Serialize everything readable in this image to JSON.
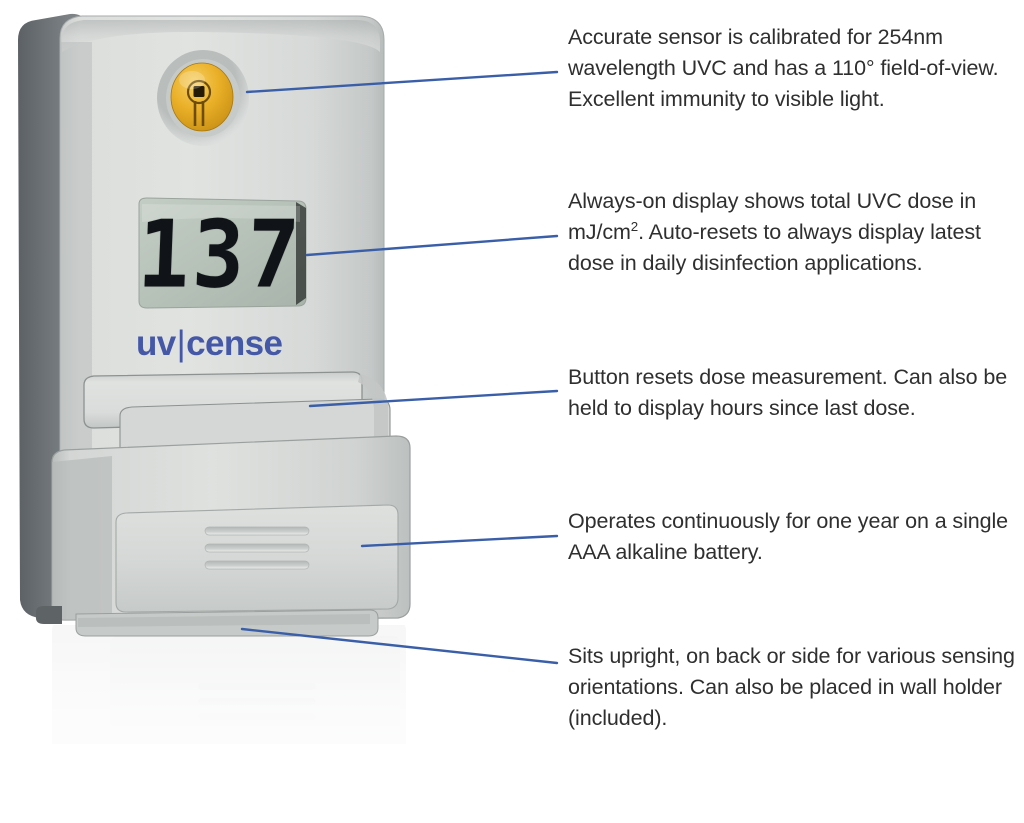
{
  "product": {
    "brand": {
      "prefix": "uv",
      "separator": "|",
      "suffix": "cense",
      "color": "#4558a8"
    },
    "display": {
      "value": "137",
      "units": "mJ/cm2",
      "lcd_background": "#b9c4bb",
      "digit_color": "#101418"
    },
    "sensor": {
      "label": "uvc-sensor",
      "color": "#e8a820"
    },
    "body_colors": {
      "face": "#d8dad8",
      "face_light": "#e4e6e4",
      "side_dark": "#6f7478",
      "edge_shadow": "#9aa0a2",
      "outline": "#5f6365"
    }
  },
  "diagram": {
    "leader_color": "#3a5fa8",
    "text_color": "#2f2f2f",
    "background": "#ffffff"
  },
  "callouts": [
    {
      "id": "sensor",
      "text": "Accurate sensor is calibrated for 254nm wavelength UVC and has a 110° field-of-view. Excellent immunity to visible light."
    },
    {
      "id": "display",
      "text_before": "Always-on display shows total UVC dose in mJ/cm",
      "superscript": "2",
      "text_after": ". Auto-resets to always display latest dose in daily disinfection applications."
    },
    {
      "id": "button",
      "text": "Button resets dose measurement. Can also be held to display hours since last dose."
    },
    {
      "id": "battery",
      "text": "Operates continuously for one year on a single AAA alkaline battery."
    },
    {
      "id": "orientation",
      "text": "Sits upright, on back or side for various sensing orientations. Can also be placed in wall holder (included)."
    }
  ]
}
